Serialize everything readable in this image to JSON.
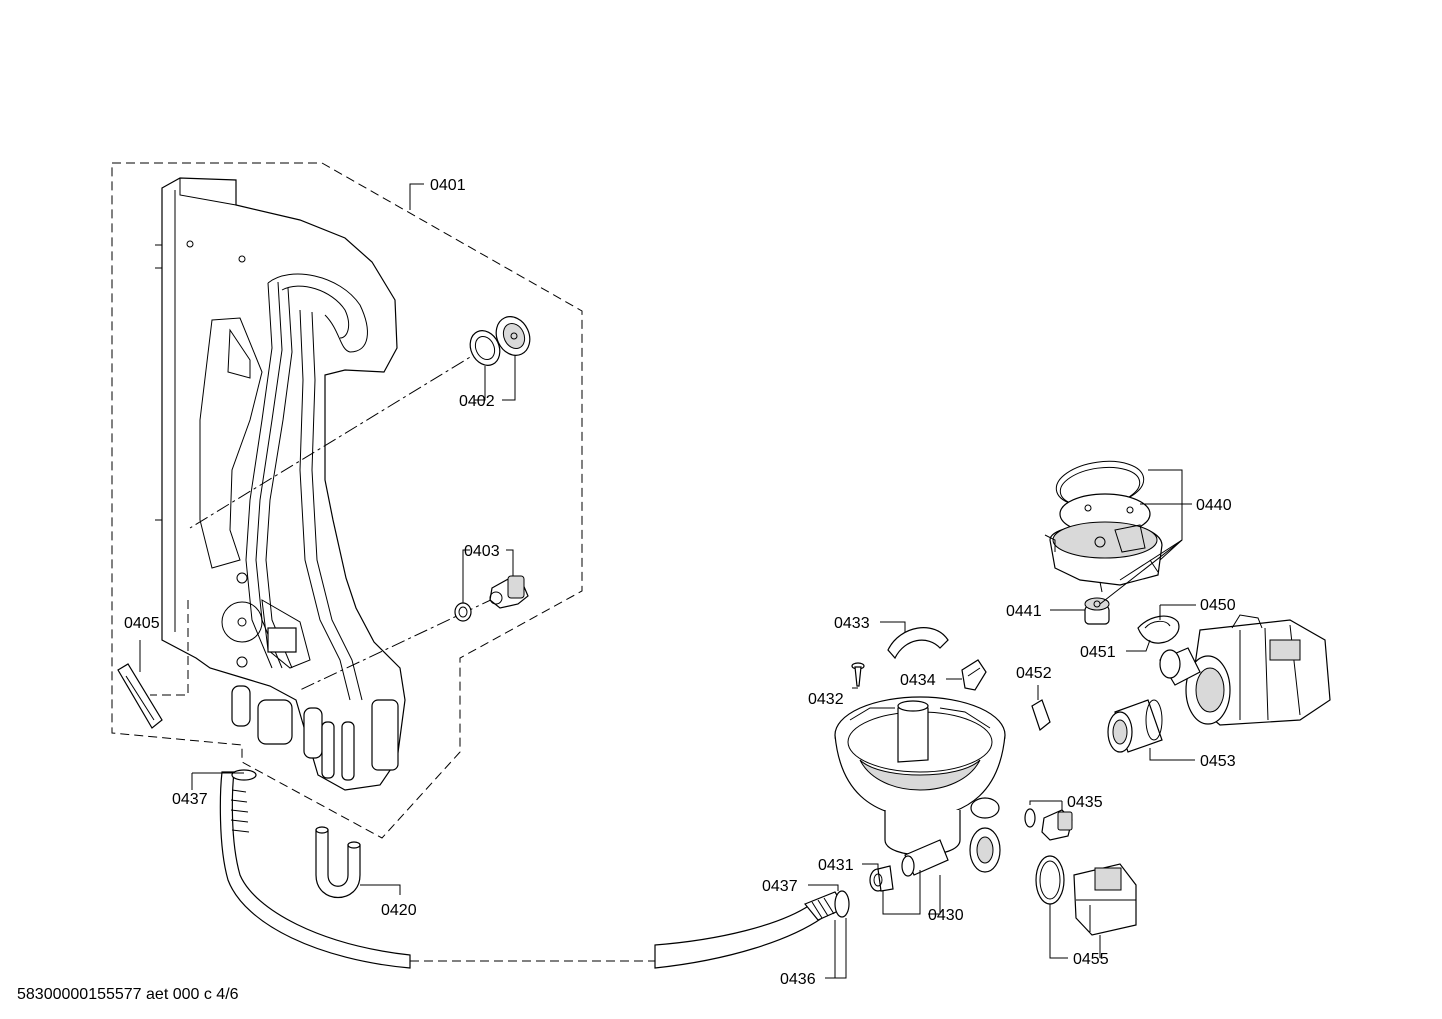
{
  "callouts": {
    "c0401": "0401",
    "c0402": "0402",
    "c0403": "0403",
    "c0405": "0405",
    "c0437a": "0437",
    "c0420": "0420",
    "c0440": "0440",
    "c0441": "0441",
    "c0450": "0450",
    "c0451": "0451",
    "c0433": "0433",
    "c0434": "0434",
    "c0452": "0452",
    "c0432": "0432",
    "c0453": "0453",
    "c0435": "0435",
    "c0431": "0431",
    "c0437b": "0437",
    "c0430": "0430",
    "c0455": "0455",
    "c0436": "0436"
  },
  "footer": {
    "document_id": "58300000155577 aet 000 c 4/6"
  }
}
